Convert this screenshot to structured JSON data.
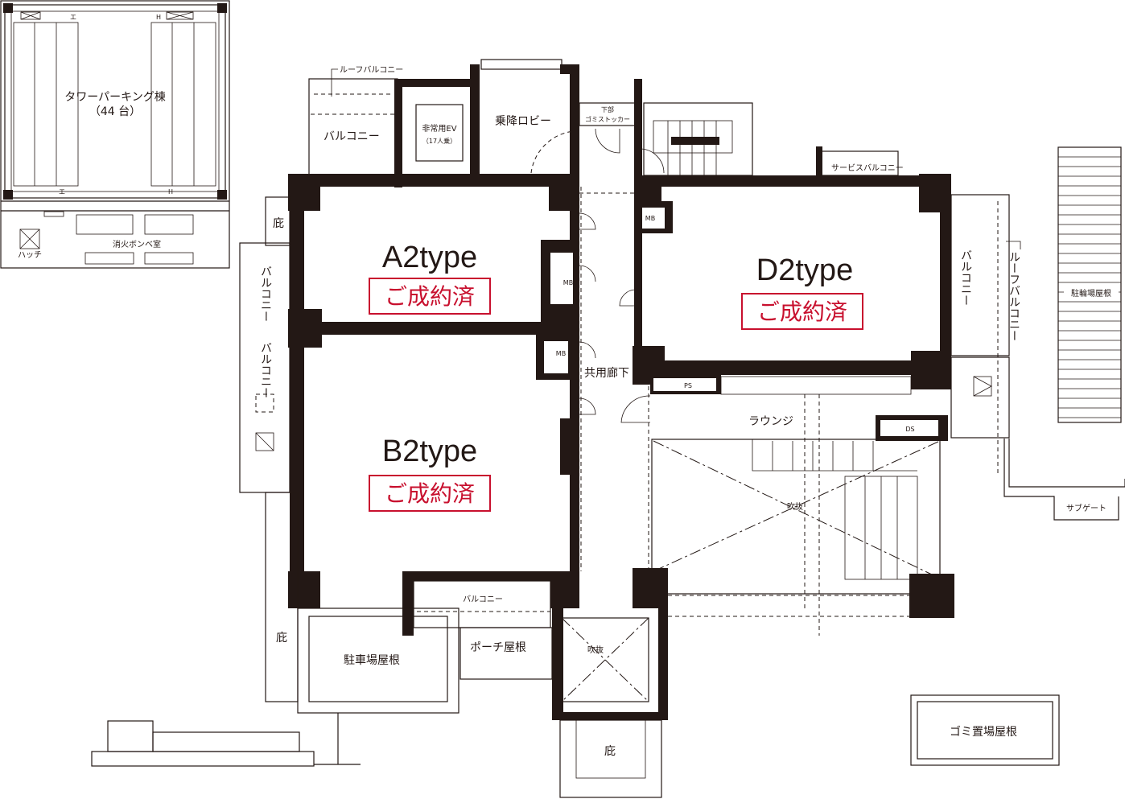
{
  "tower_parking": {
    "name": "タワーパーキング棟",
    "capacity": "（44 台）",
    "mark_i": "エ",
    "mark_h": "H"
  },
  "fire_cylinder_room": "消火ボンベ室",
  "hatch": "ハッチ",
  "roof_balcony_top": "ルーフバルコニー",
  "balcony": "バルコニー",
  "emergency_ev": {
    "name": "非常用EV",
    "capacity": "（17人乗）"
  },
  "boarding_lobby": "乗降ロビー",
  "garbage_stocker": {
    "line1": "下部",
    "line2": "ゴミストッカー"
  },
  "service_balcony": "サービスバルコニー",
  "eaves": "庇",
  "units": [
    {
      "type": "A2type",
      "status": "ご成約済"
    },
    {
      "type": "B2type",
      "status": "ご成約済"
    },
    {
      "type": "D2type",
      "status": "ご成約済"
    }
  ],
  "mb": "MB",
  "ps": "PS",
  "ds": "DS",
  "common_corridor": "共用廊下",
  "lounge": "ラウンジ",
  "atrium": "吹抜",
  "balcony_vertical": "バルコニー",
  "roof_balcony_vertical": "ルーフバルコニー",
  "bicycle_roof": "駐輪場屋根",
  "sub_gate": "サブゲート",
  "parking_roof": "駐車場屋根",
  "porch_roof": "ポーチ屋根",
  "garbage_roof": "ゴミ置場屋根"
}
